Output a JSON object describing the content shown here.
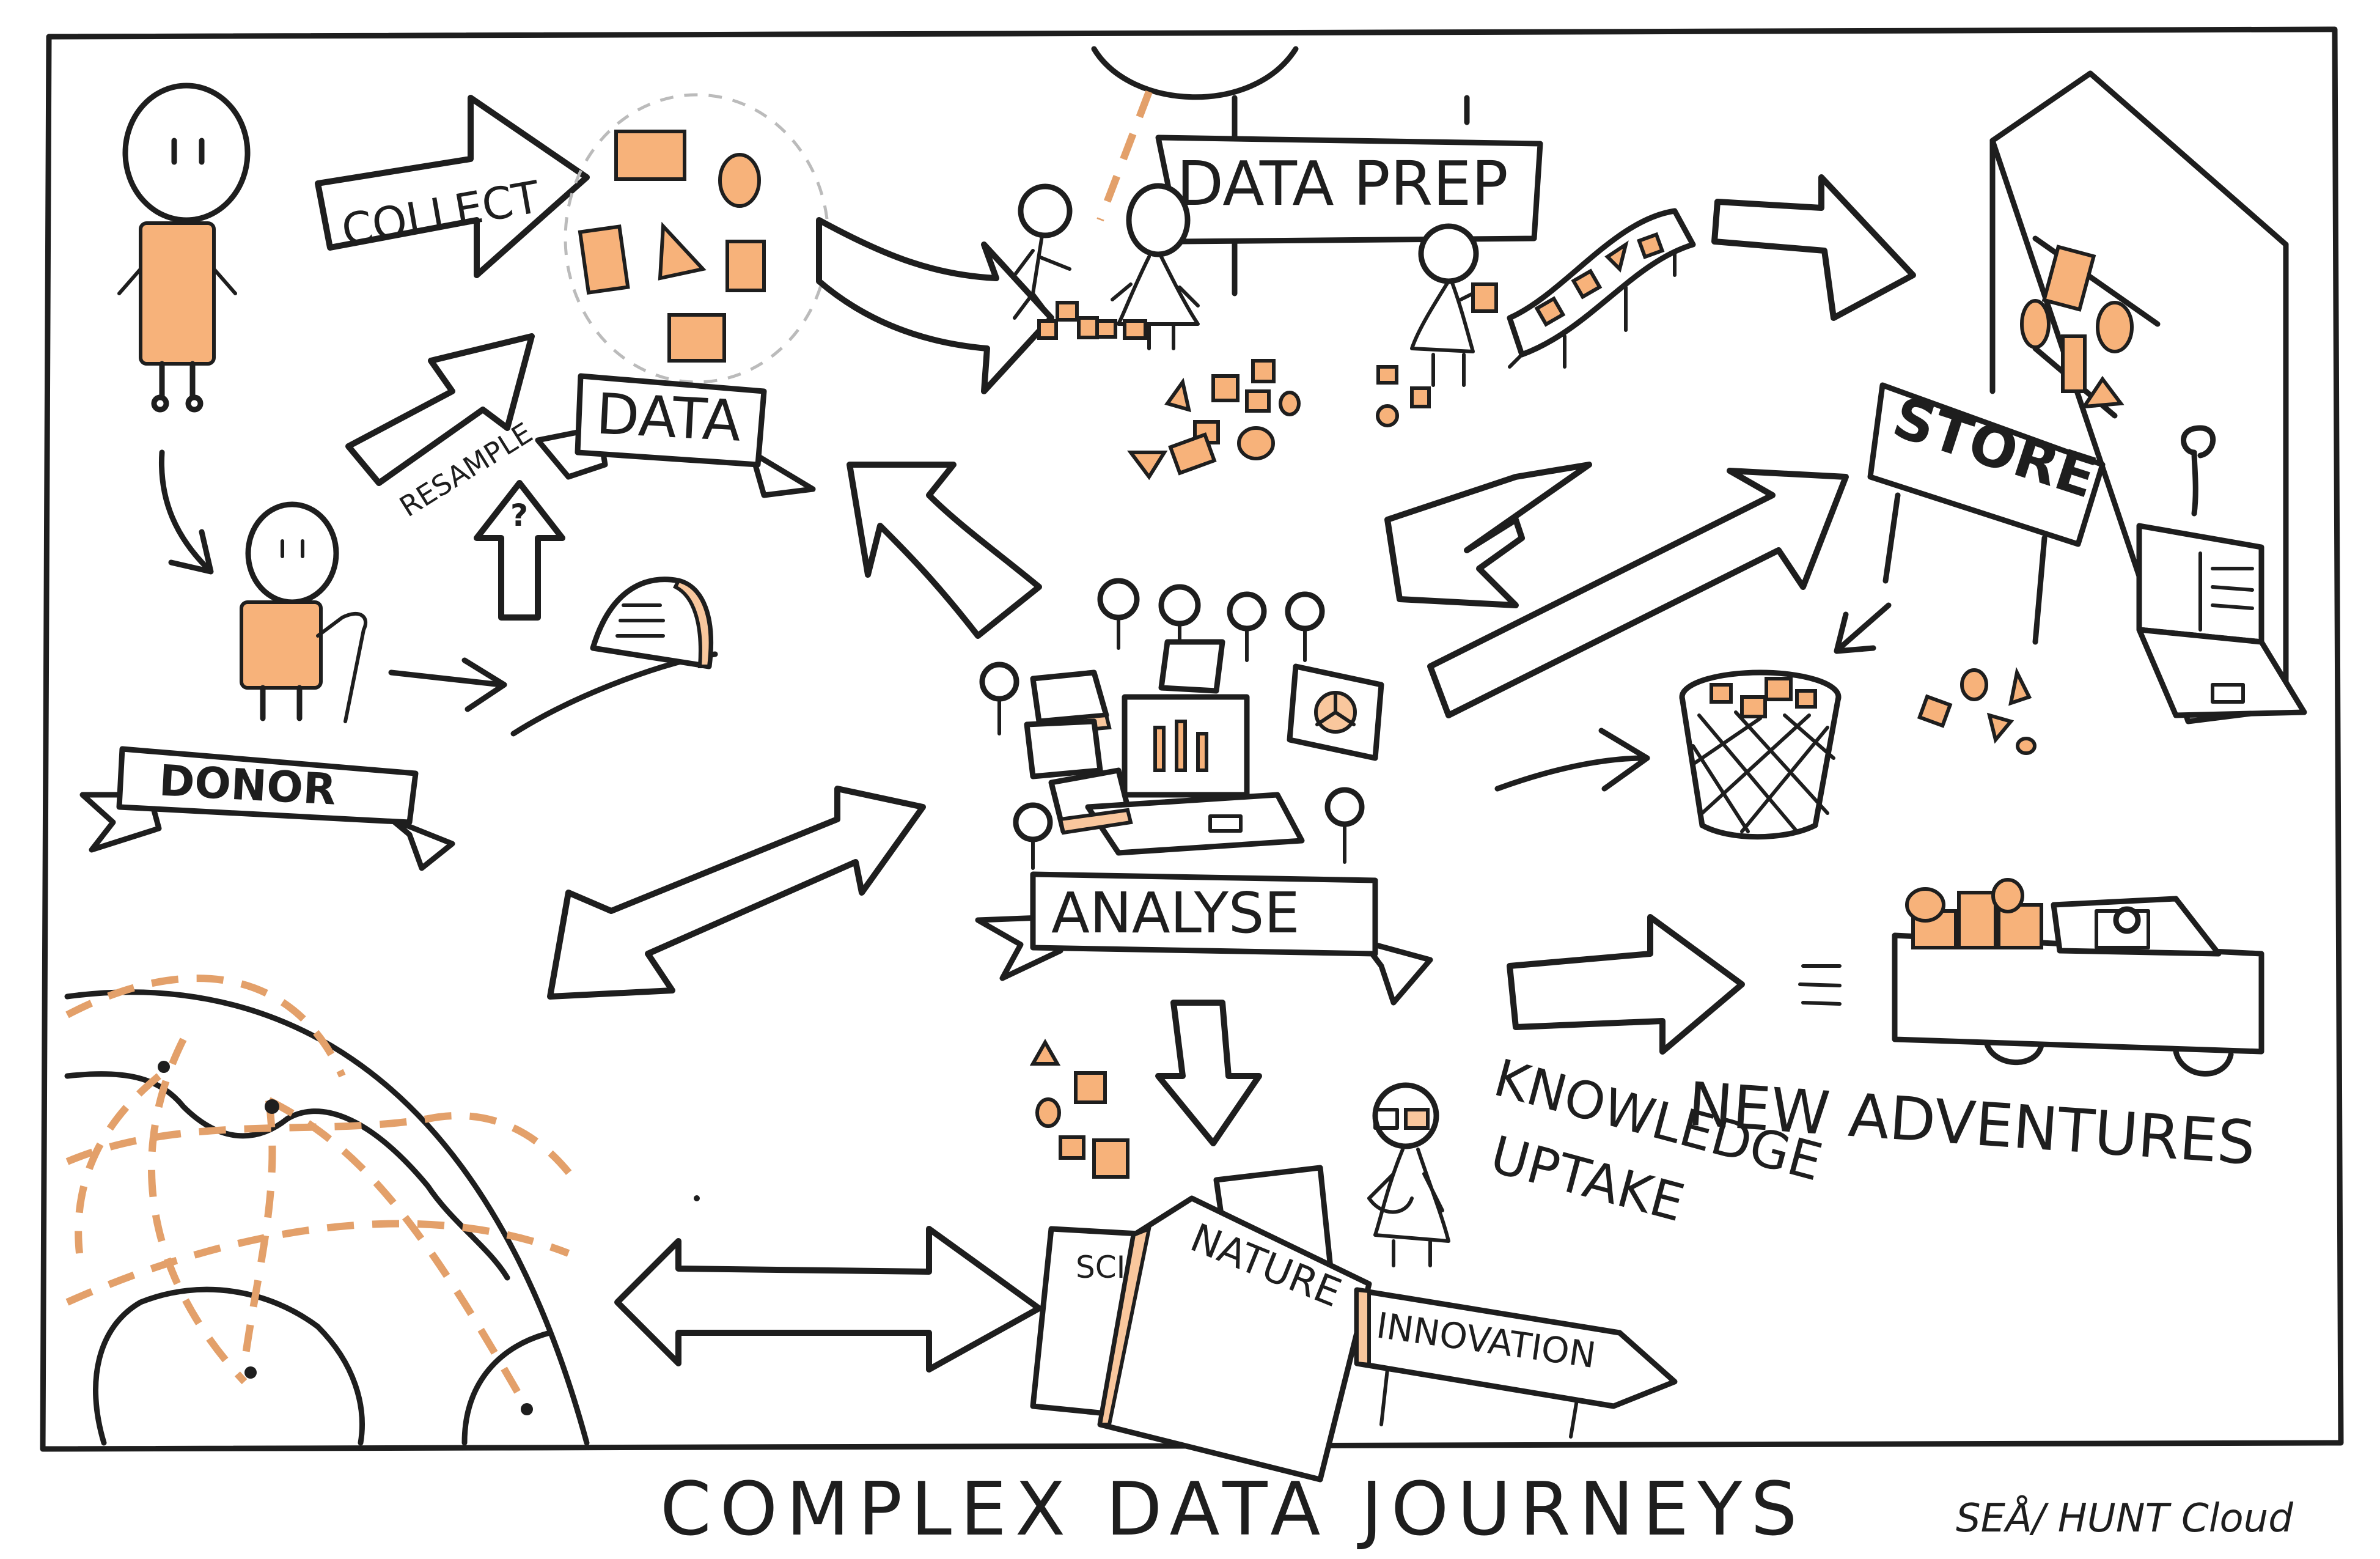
{
  "title": "COMPLEX DATA JOURNEYS",
  "signature": "SEÅ/ HUNT Cloud",
  "labels": {
    "collect": "COLLECT",
    "resample": "RESAMPLE",
    "data": "DATA",
    "question": "?",
    "data_prep": "DATA PREP",
    "store": "STORE",
    "donor": "DONOR",
    "analyse": "ANALYSE",
    "knowledge_uptake_1": "KNOWLEDGE",
    "knowledge_uptake_2": "UPTAKE",
    "new_adventures": "NEW ADVENTURES",
    "science": "SCIE",
    "nature": "NATURE",
    "innovation": "INNOVATION"
  },
  "colors": {
    "ink": "#1e1e1e",
    "orange": "#f7b27a",
    "orange_dashed": "#e3a06a",
    "paper": "#ffffff"
  }
}
